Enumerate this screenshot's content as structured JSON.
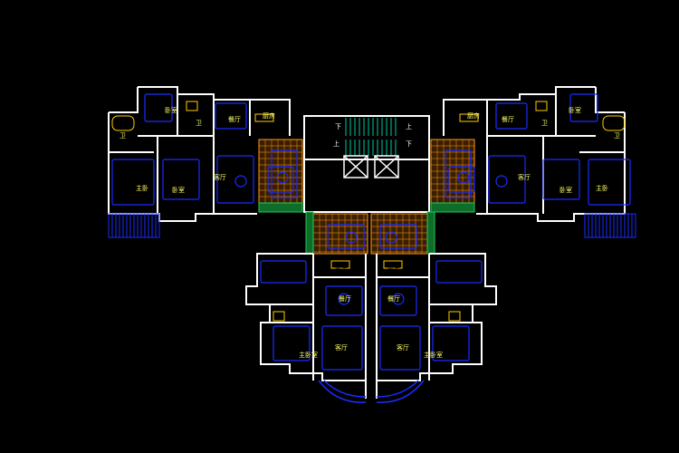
{
  "colors": {
    "background": "#000000",
    "wall": "#ffffff",
    "furniture": "#1a2cff",
    "stair": "#00c8a0",
    "tile": "#ff9a1a",
    "planter": "#22cc55",
    "kitchen": "#ffcc00",
    "label": "#ffff66"
  },
  "labels": {
    "living_room": "客厅",
    "dining_room": "餐厅",
    "kitchen": "厨房",
    "master_bedroom": "主卧",
    "master_bedroom_alt": "主卧室",
    "secondary_bedroom": "卧室",
    "bedroom_left": "卧室",
    "bathroom": "卫",
    "up": "上",
    "down": "下"
  }
}
